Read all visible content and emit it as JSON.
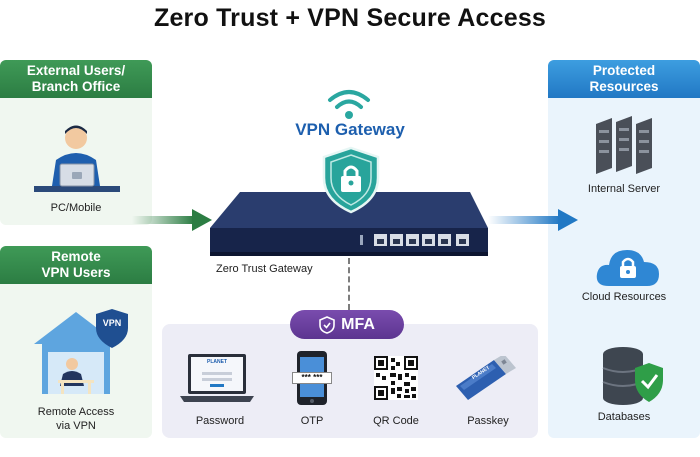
{
  "title": "Zero Trust + VPN Secure Access",
  "left_top": {
    "header": "External Users/\nBranch Office",
    "label": "PC/Mobile"
  },
  "left_bottom": {
    "header": "Remote\nVPN Users",
    "badge": "VPN",
    "label": "Remote Access\nvia VPN"
  },
  "right": {
    "header": "Protected\nResources",
    "items": [
      {
        "label": "Internal Server",
        "icon": "server-rack-icon"
      },
      {
        "label": "Cloud Resources",
        "icon": "cloud-lock-icon"
      },
      {
        "label": "Databases",
        "icon": "database-shield-icon"
      }
    ]
  },
  "gateway": {
    "title": "VPN Gateway",
    "device_label": "Zero Trust Gateway"
  },
  "mfa": {
    "label": "MFA",
    "items": [
      {
        "label": "Password",
        "icon": "laptop-login-icon",
        "screen_text": "PLANET"
      },
      {
        "label": "OTP",
        "icon": "phone-otp-icon",
        "code": "*** ***"
      },
      {
        "label": "QR Code",
        "icon": "qr-code-icon"
      },
      {
        "label": "Passkey",
        "icon": "usb-key-icon",
        "key_text": "PLANET"
      }
    ]
  },
  "colors": {
    "green": "#2c7d43",
    "blue": "#2178c4",
    "purple": "#5c3590",
    "device": "#1b2b55",
    "teal": "#2aa7a0"
  }
}
